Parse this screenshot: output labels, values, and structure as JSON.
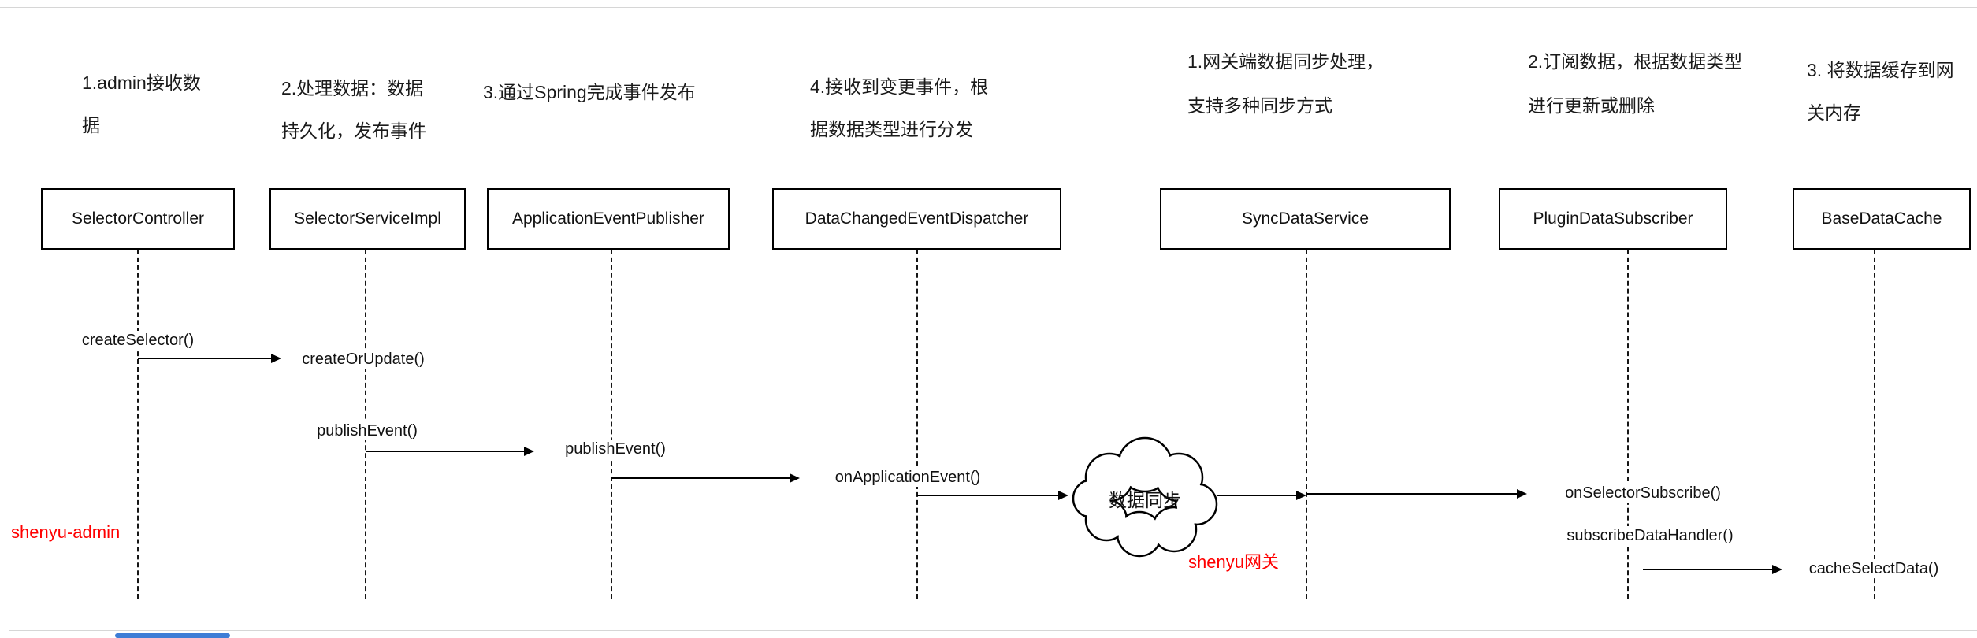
{
  "colors": {
    "zone_label_red": "#ff0000",
    "scrollbar_blue": "#3e7dd6",
    "line_black": "#000000"
  },
  "notes": [
    {
      "text": "1.admin接收数\n据"
    },
    {
      "text": "2.处理数据：数据\n持久化，发布事件"
    },
    {
      "text": "3.通过Spring完成事件发布"
    },
    {
      "text": "4.接收到变更事件，根\n据数据类型进行分发"
    },
    {
      "text": "1.网关端数据同步处理，\n支持多种同步方式"
    },
    {
      "text": "2.订阅数据，根据数据类型\n进行更新或删除"
    },
    {
      "text": "3. 将数据缓存到网\n关内存"
    }
  ],
  "participants": [
    {
      "name": "SelectorController"
    },
    {
      "name": "SelectorServiceImpl"
    },
    {
      "name": "ApplicationEventPublisher"
    },
    {
      "name": "DataChangedEventDispatcher"
    },
    {
      "name": "SyncDataService"
    },
    {
      "name": "PluginDataSubscriber"
    },
    {
      "name": "BaseDataCache"
    }
  ],
  "messages": [
    {
      "label": "createSelector()"
    },
    {
      "label": "createOrUpdate()"
    },
    {
      "label": "publishEvent()"
    },
    {
      "label": "publishEvent()"
    },
    {
      "label": "onApplicationEvent()"
    },
    {
      "label": "onSelectorSubscribe()"
    },
    {
      "label": "subscribeDataHandler()"
    },
    {
      "label": "cacheSelectData()"
    }
  ],
  "cloud": {
    "label": "数据同步"
  },
  "zones": [
    {
      "label": "shenyu-admin"
    },
    {
      "label": "shenyu网关"
    }
  ]
}
